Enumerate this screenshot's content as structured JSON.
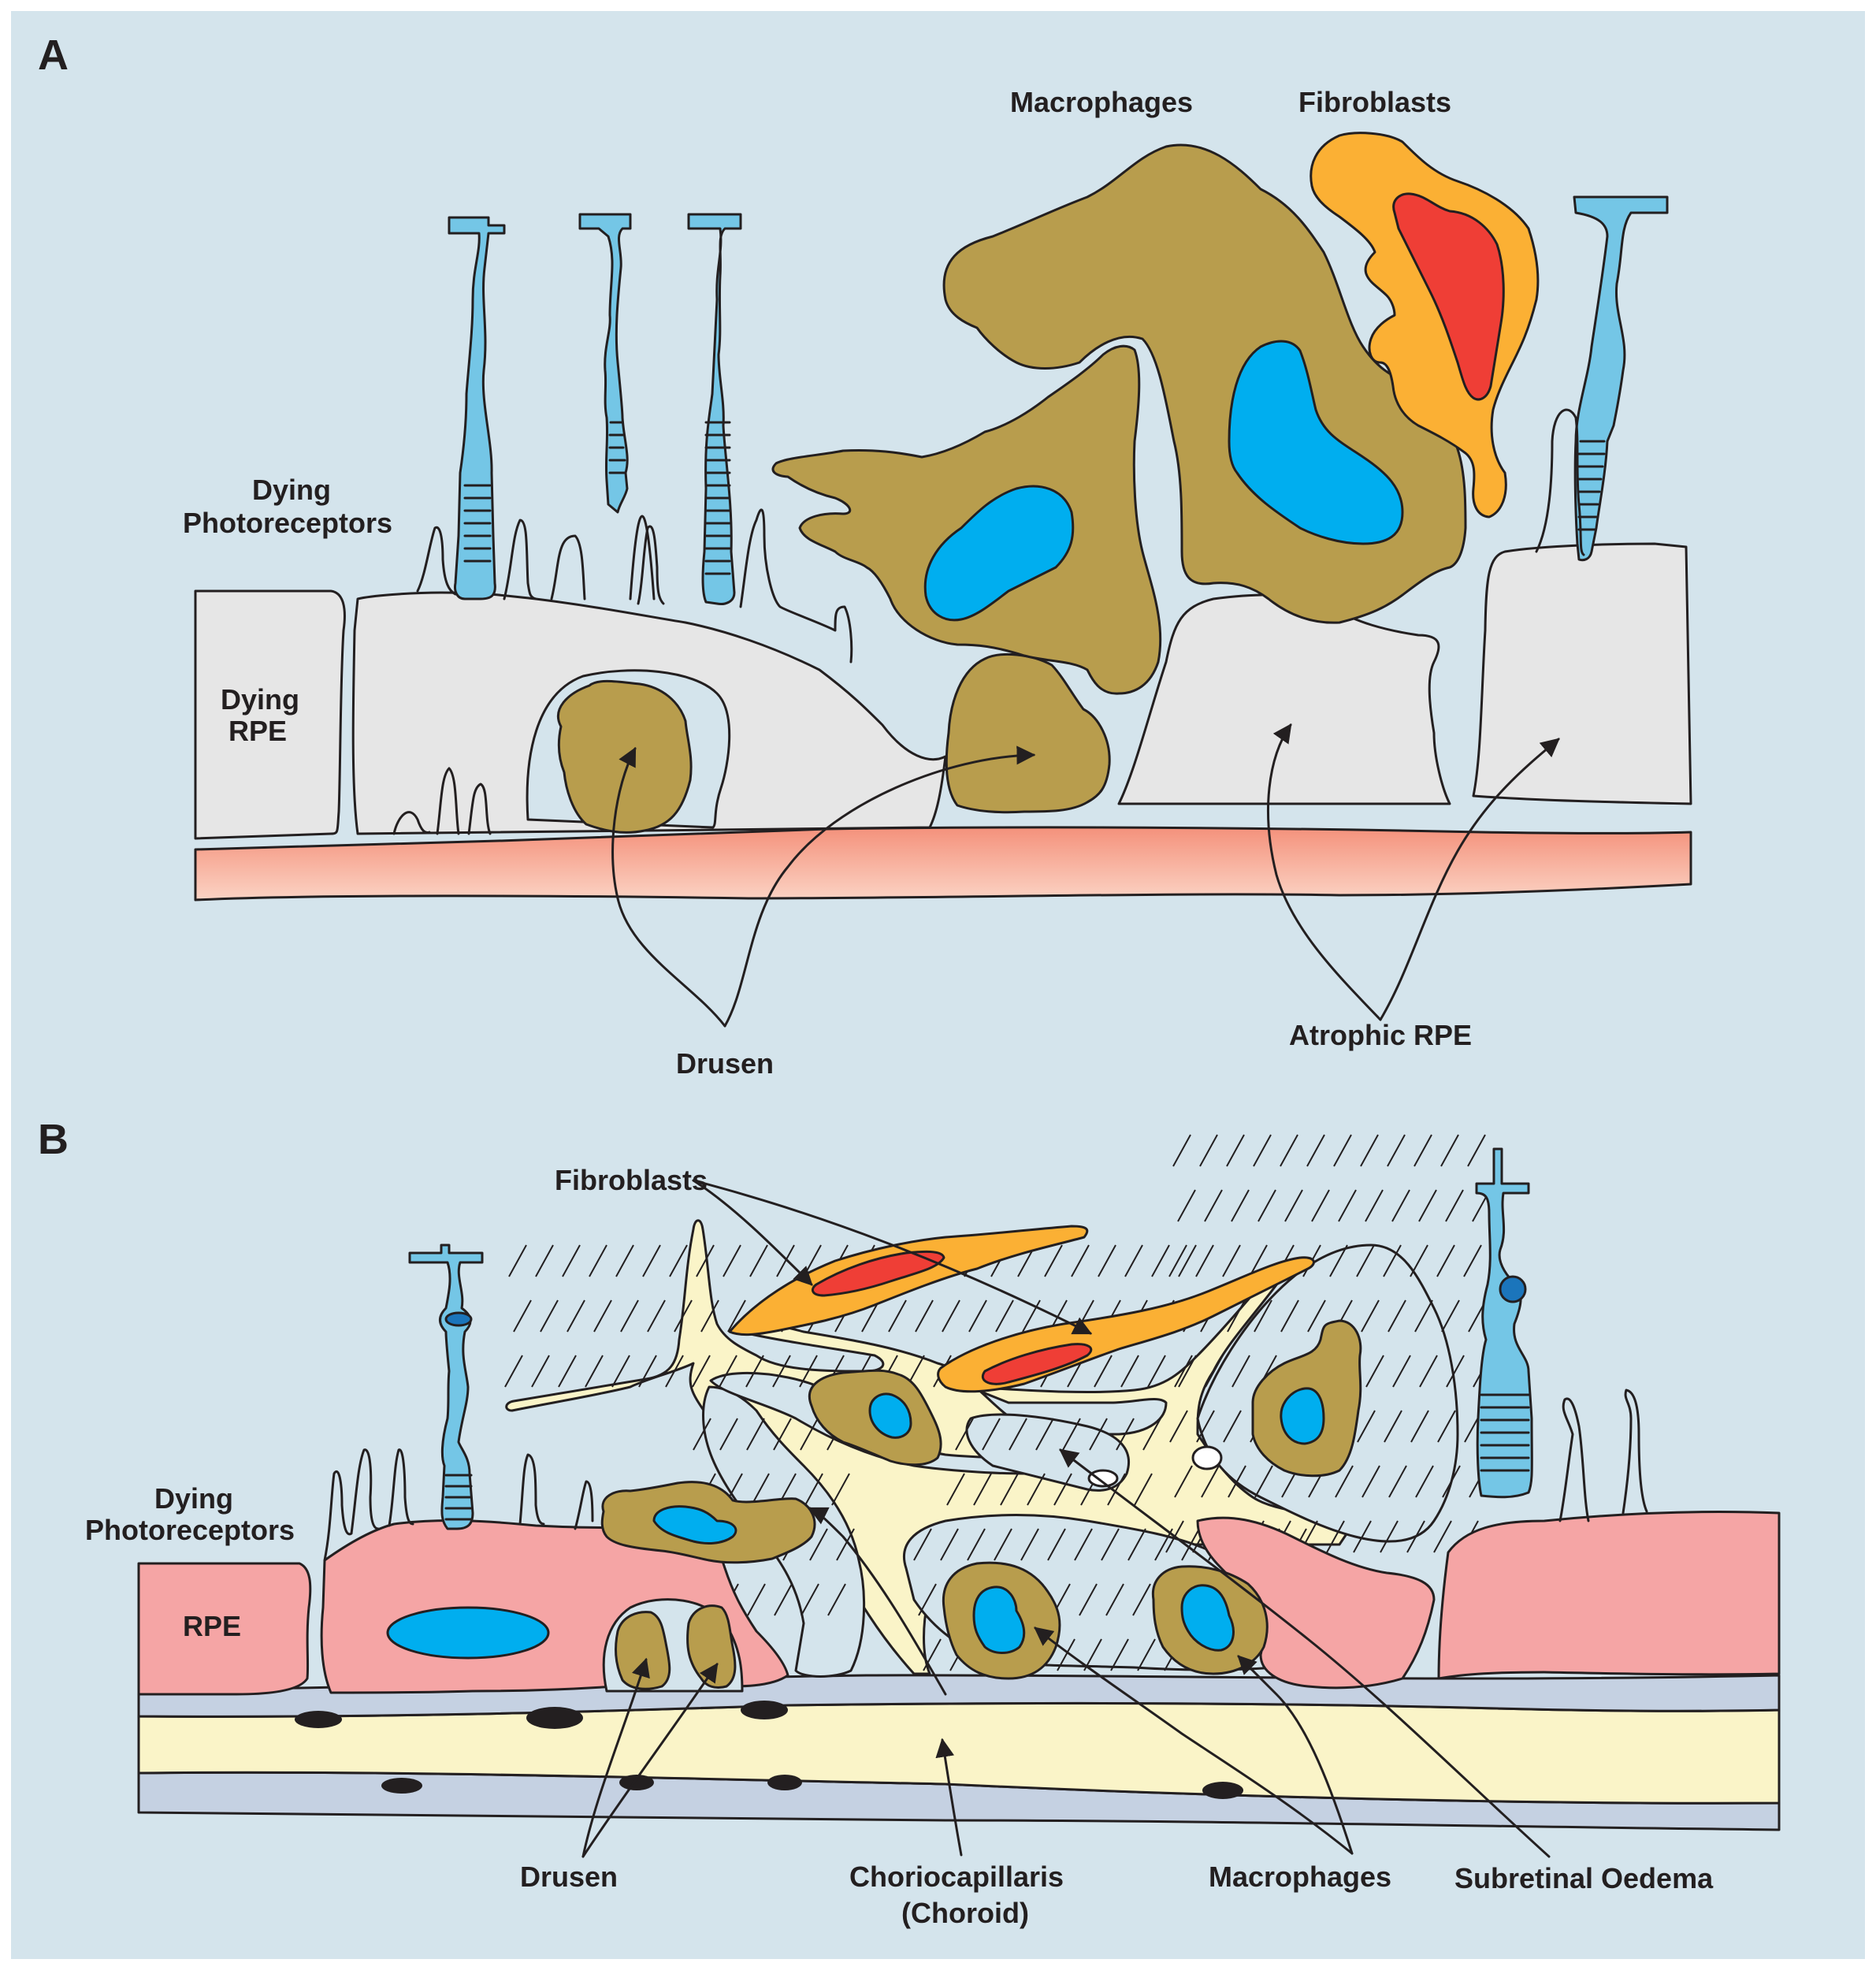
{
  "panel_a": {
    "letter": "A",
    "labels": {
      "macrophages": "Macrophages",
      "fibroblasts": "Fibroblasts",
      "dying_photoreceptors_1": "Dying",
      "dying_photoreceptors_2": "Photoreceptors",
      "dying_rpe_1": "Dying",
      "dying_rpe_2": "RPE",
      "drusen": "Drusen",
      "atrophic_rpe": "Atrophic RPE"
    }
  },
  "panel_b": {
    "letter": "B",
    "labels": {
      "fibroblasts": "Fibroblasts",
      "dying_photoreceptors_1": "Dying",
      "dying_photoreceptors_2": "Photoreceptors",
      "rpe": "RPE",
      "drusen": "Drusen",
      "choriocapillaris_1": "Choriocapillaris",
      "choriocapillaris_2": "(Choroid)",
      "macrophages": "Macrophages",
      "subretinal_oedema": "Subretinal Oedema"
    }
  },
  "colors": {
    "background": "#d4e4ec",
    "rpe_grey": "#e6e6e6",
    "rpe_pink": "#f5a5a5",
    "macrophage": "#b89d4d",
    "nucleus": "#00aeef",
    "photoreceptor": "#74c6e6",
    "fibroblast_outer": "#fbb034",
    "fibroblast_inner": "#ef3e36",
    "bruch": "#f4a08a",
    "choroid_yellow": "#faf4c8",
    "vessel_wall": "#c5d1e2"
  },
  "icons": [
    "arrow-icon",
    "photoreceptor-icon",
    "macrophage-icon",
    "fibroblast-icon",
    "drusen-icon"
  ]
}
